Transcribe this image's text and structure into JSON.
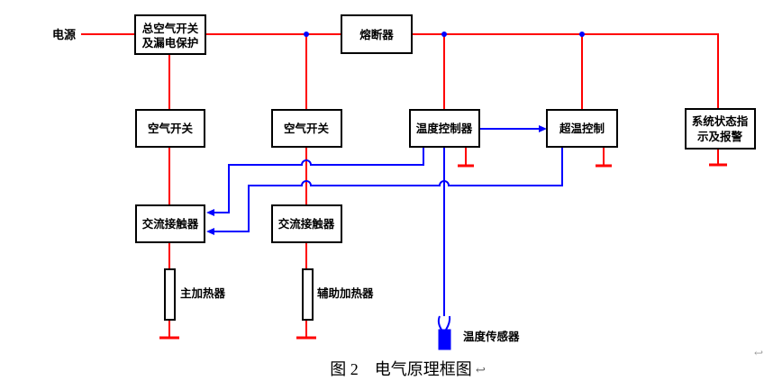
{
  "figure": {
    "caption": "图 2　电气原理框图",
    "caption_mark": "↩",
    "edge_mark": "↩"
  },
  "nodes": {
    "power_source": "电源",
    "main_breaker": {
      "line1": "总空气开关",
      "line2": "及漏电保护"
    },
    "fuse": "熔断器",
    "air_switch_1": "空气开关",
    "air_switch_2": "空气开关",
    "temp_controller": "温度控制器",
    "overtemp_control": "超温控制",
    "status_alarm": {
      "line1": "系统状态指",
      "line2": "示及报警"
    },
    "contactor_1": "交流接触器",
    "contactor_2": "交流接触器",
    "main_heater": "主加热器",
    "aux_heater": "辅助加热器",
    "temp_sensor": "温度传感器"
  },
  "colors": {
    "power_wire": "#FF0000",
    "signal_wire": "#0000FF",
    "box_border": "#000000",
    "sensor_fill": "#0000FF",
    "background": "#FFFFFF"
  }
}
